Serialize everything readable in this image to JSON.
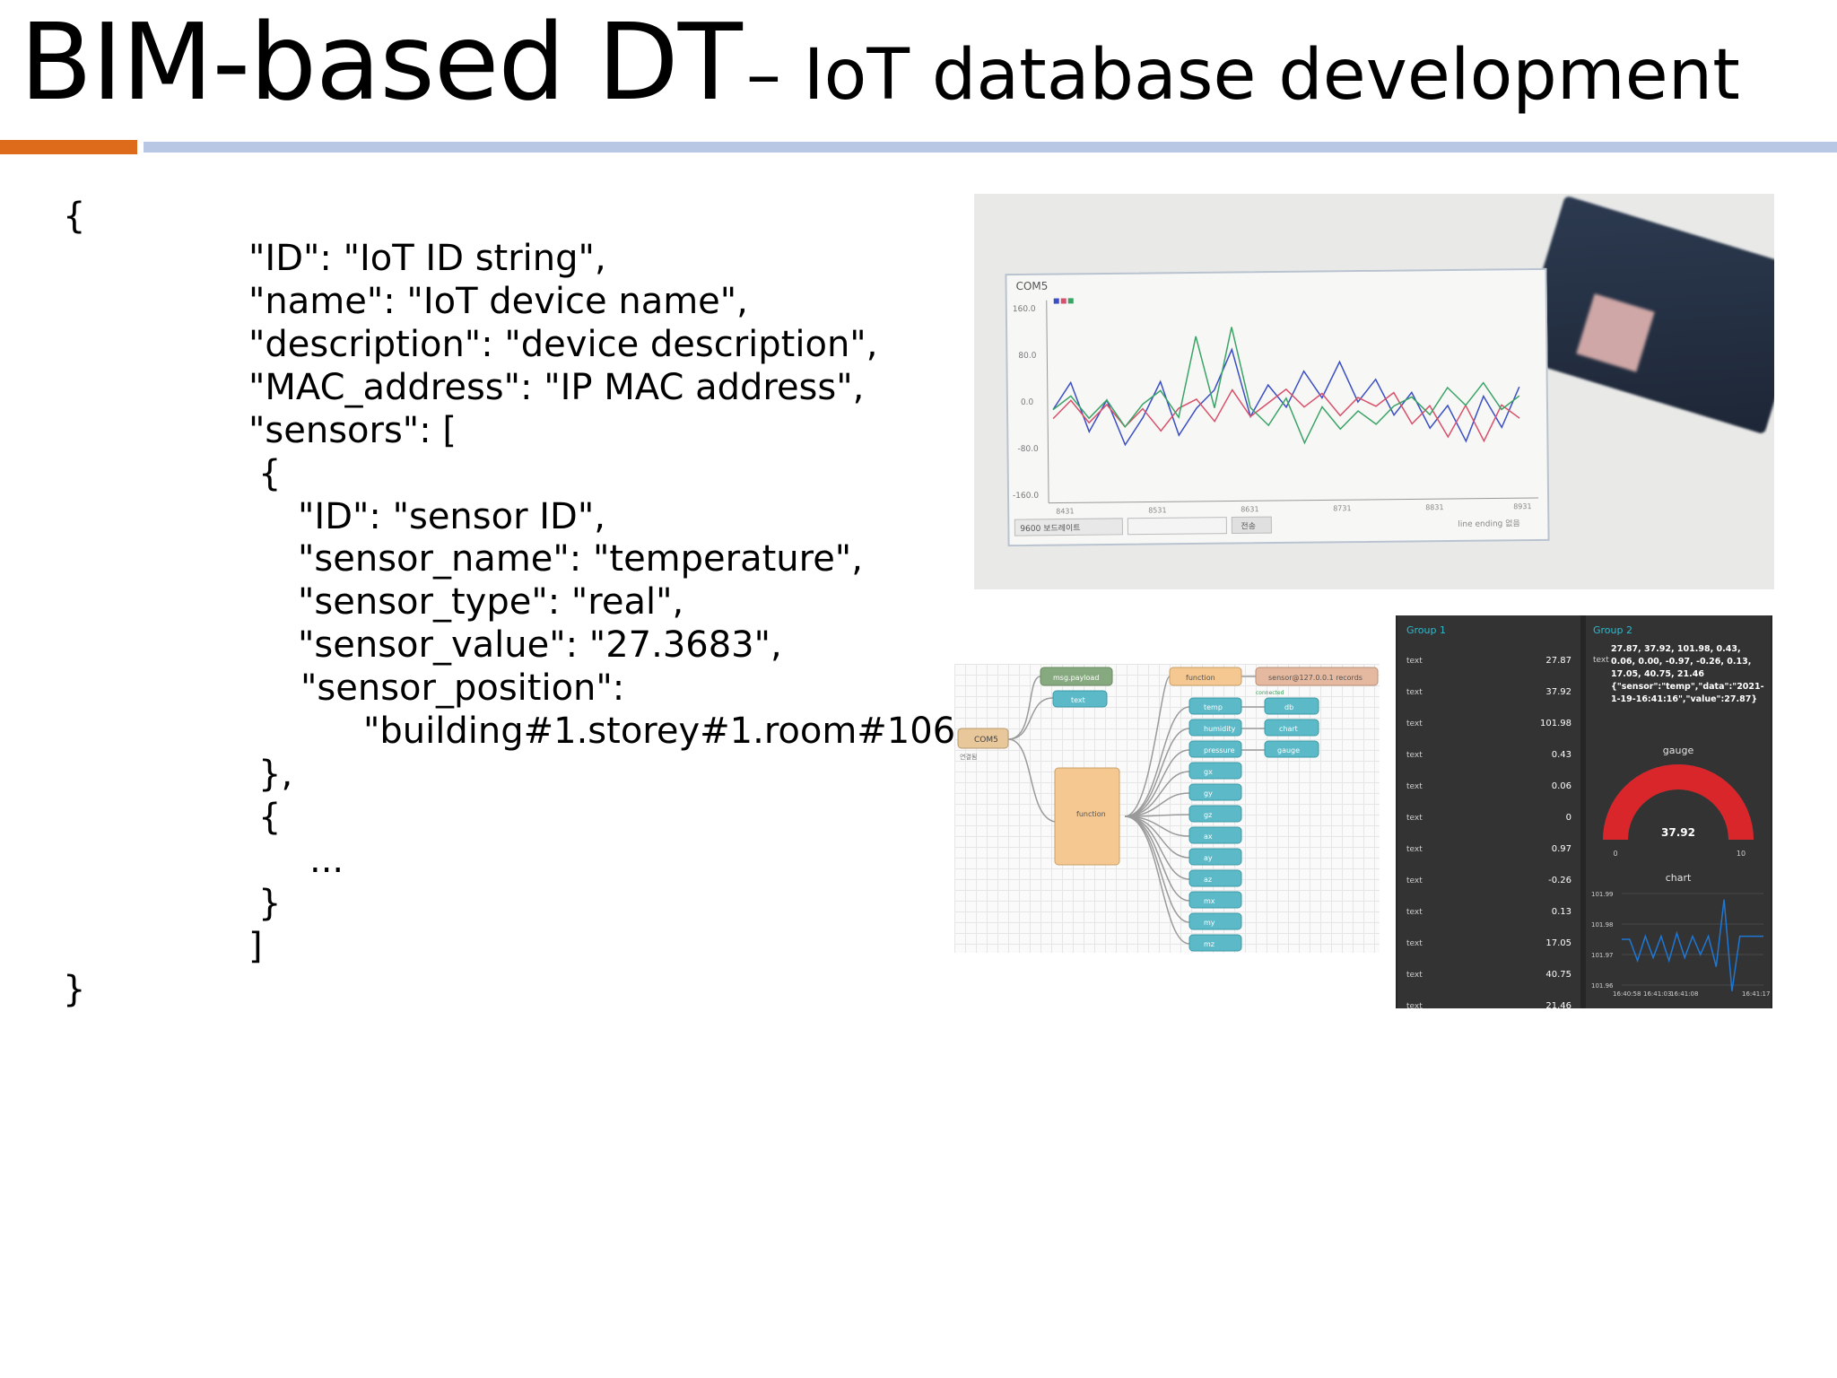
{
  "slide": {
    "title_main": "BIM-based DT",
    "title_sub": "– IoT database development"
  },
  "code_lines": [
    "{",
    "\"ID\": \"IoT ID string\",",
    "\"name\": \"IoT device name\",",
    "\"description\": \"device description\",",
    "\"MAC_address\": \"IP MAC address\",",
    "\"sensors\": [",
    "{",
    "\"ID\": \"sensor ID\",",
    "\"sensor_name\": \"temperature\",",
    "\"sensor_type\": \"real\",",
    "\"sensor_value\": \"27.3683\",",
    "\"sensor_position\":",
    "\"building#1.storey#1.room#106\"",
    "},",
    "{",
    "...",
    "}",
    "]",
    "}"
  ],
  "serial_plotter": {
    "window_title": "COM5",
    "y_ticks": [
      "160.0",
      "80.0",
      "0.0",
      "-80.0",
      "-160.0"
    ],
    "x_ticks": [
      "8431",
      "8531",
      "8631",
      "8731",
      "8831",
      "8931"
    ],
    "baud_select": "9600 보드레이트",
    "send_button": "전송",
    "line_ending": "line ending 없음",
    "series_colors": [
      "#3b4fc4",
      "#d9506a",
      "#3aa366"
    ]
  },
  "node_red_flow": {
    "input_node": "COM5",
    "input_status": "연결됨",
    "debug_node": "msg.payload",
    "text_node": "text",
    "function_top": "function",
    "db_node": "sensor@127.0.0.1 records",
    "db_status": "connected",
    "function_main": "function",
    "outputs": [
      "temp",
      "humidity",
      "pressure",
      "gx",
      "gy",
      "gz",
      "ax",
      "ay",
      "az",
      "mx",
      "my",
      "mz"
    ],
    "ui_nodes": [
      "db",
      "chart",
      "gauge"
    ]
  },
  "dashboard": {
    "group1_title": "Group 1",
    "group2_title": "Group 2",
    "row_label": "text",
    "group1_values": [
      "27.87",
      "37.92",
      "101.98",
      "0.43",
      "0.06",
      "0",
      "0.97",
      "-0.26",
      "0.13",
      "17.05",
      "40.75",
      "21.46"
    ],
    "group2_text": "27.87, 37.92, 101.98, 0.43, 0.06, 0.00, -0.97, -0.26, 0.13, 17.05, 40.75, 21.46 {\"sensor\":\"temp\",\"data\":\"2021-1-19-16:41:16\",\"value\":27.87}",
    "gauge_title": "gauge",
    "gauge_value": 37.92,
    "gauge_value_label": "37.92",
    "gauge_min": "0",
    "gauge_max": "10",
    "gauge_color": "#d9262b",
    "chart_title": "chart",
    "chart_y_ticks": [
      "101.99",
      "101.98",
      "101.97",
      "101.96"
    ],
    "chart_x_ticks": [
      "16:40:58",
      "16:41:03",
      "16:41:08",
      "16:41:17"
    ],
    "chart_data": {
      "type": "line",
      "x": [
        "16:40:58",
        "16:41:03",
        "16:41:08",
        "16:41:17"
      ],
      "ylim": [
        101.96,
        101.99
      ],
      "series": [
        {
          "values": [
            101.975,
            101.975,
            101.968,
            101.976,
            101.969,
            101.976,
            101.968,
            101.977,
            101.969,
            101.976,
            101.97,
            101.976,
            101.966,
            101.988,
            101.958,
            101.976,
            101.976,
            101.976,
            101.976
          ]
        }
      ]
    }
  }
}
